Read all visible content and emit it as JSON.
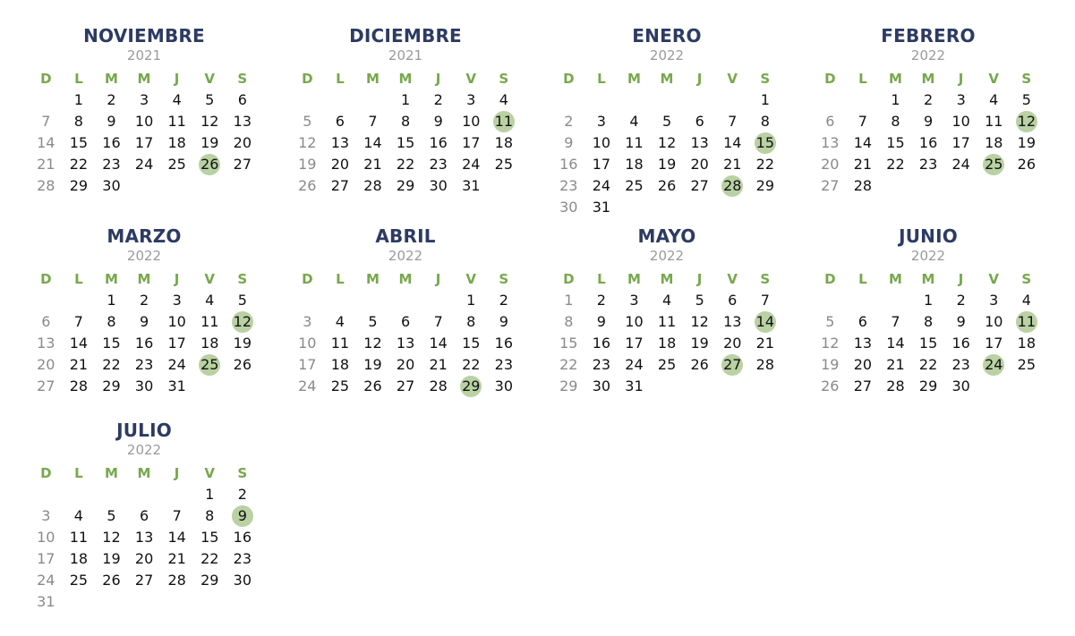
{
  "weekday_labels": [
    "D",
    "L",
    "M",
    "M",
    "J",
    "V",
    "S"
  ],
  "colors": {
    "month": "#2d3b63",
    "year": "#9a9a9a",
    "weekday": "#77a84c",
    "sunday": "#8a8a8a",
    "highlight": "#b9d1a3"
  },
  "months": [
    {
      "name": "NOVIEMBRE",
      "year": "2021",
      "offset": 1,
      "days": 30,
      "highlights": [
        26
      ]
    },
    {
      "name": "DICIEMBRE",
      "year": "2021",
      "offset": 3,
      "days": 31,
      "highlights": [
        11
      ]
    },
    {
      "name": "ENERO",
      "year": "2022",
      "offset": 6,
      "days": 31,
      "highlights": [
        15,
        28
      ]
    },
    {
      "name": "FEBRERO",
      "year": "2022",
      "offset": 2,
      "days": 28,
      "highlights": [
        12,
        25
      ]
    },
    {
      "name": "MARZO",
      "year": "2022",
      "offset": 2,
      "days": 31,
      "highlights": [
        12,
        25
      ]
    },
    {
      "name": "ABRIL",
      "year": "2022",
      "offset": 5,
      "days": 30,
      "highlights": [
        29
      ]
    },
    {
      "name": "MAYO",
      "year": "2022",
      "offset": 0,
      "days": 31,
      "highlights": [
        14,
        27
      ]
    },
    {
      "name": "JUNIO",
      "year": "2022",
      "offset": 3,
      "days": 30,
      "highlights": [
        11,
        24
      ]
    },
    {
      "name": "JULIO",
      "year": "2022",
      "offset": 5,
      "days": 31,
      "highlights": [
        9
      ]
    }
  ]
}
